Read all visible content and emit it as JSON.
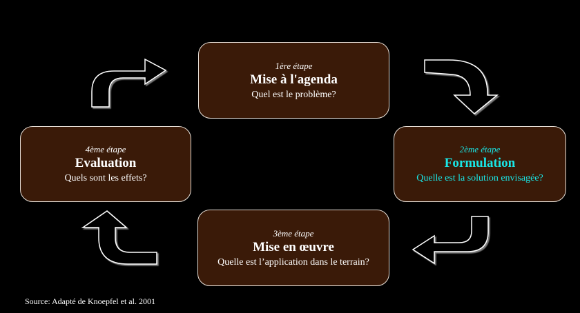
{
  "steps": [
    {
      "label": "1ère étape",
      "title": "Mise à l'agenda",
      "question": "Quel est le problème?"
    },
    {
      "label": "2ème étape",
      "title": "Formulation",
      "question": "Quelle est la solution envisagée?"
    },
    {
      "label": "3ème étape",
      "title": "Mise en œuvre",
      "question": "Quelle est l’application dans le terrain?"
    },
    {
      "label": "4ème étape",
      "title": "Evaluation",
      "question": "Quels sont les effets?"
    }
  ],
  "source": "Source: Adapté de Knoepfel et al. 2001",
  "colors": {
    "background": "#000000",
    "box_fill": "#3a1a08",
    "box_border": "#e8e0d8",
    "highlight_text": "#19e6e6",
    "arrow_fill": "#000000",
    "arrow_stroke": "#ffffff"
  }
}
